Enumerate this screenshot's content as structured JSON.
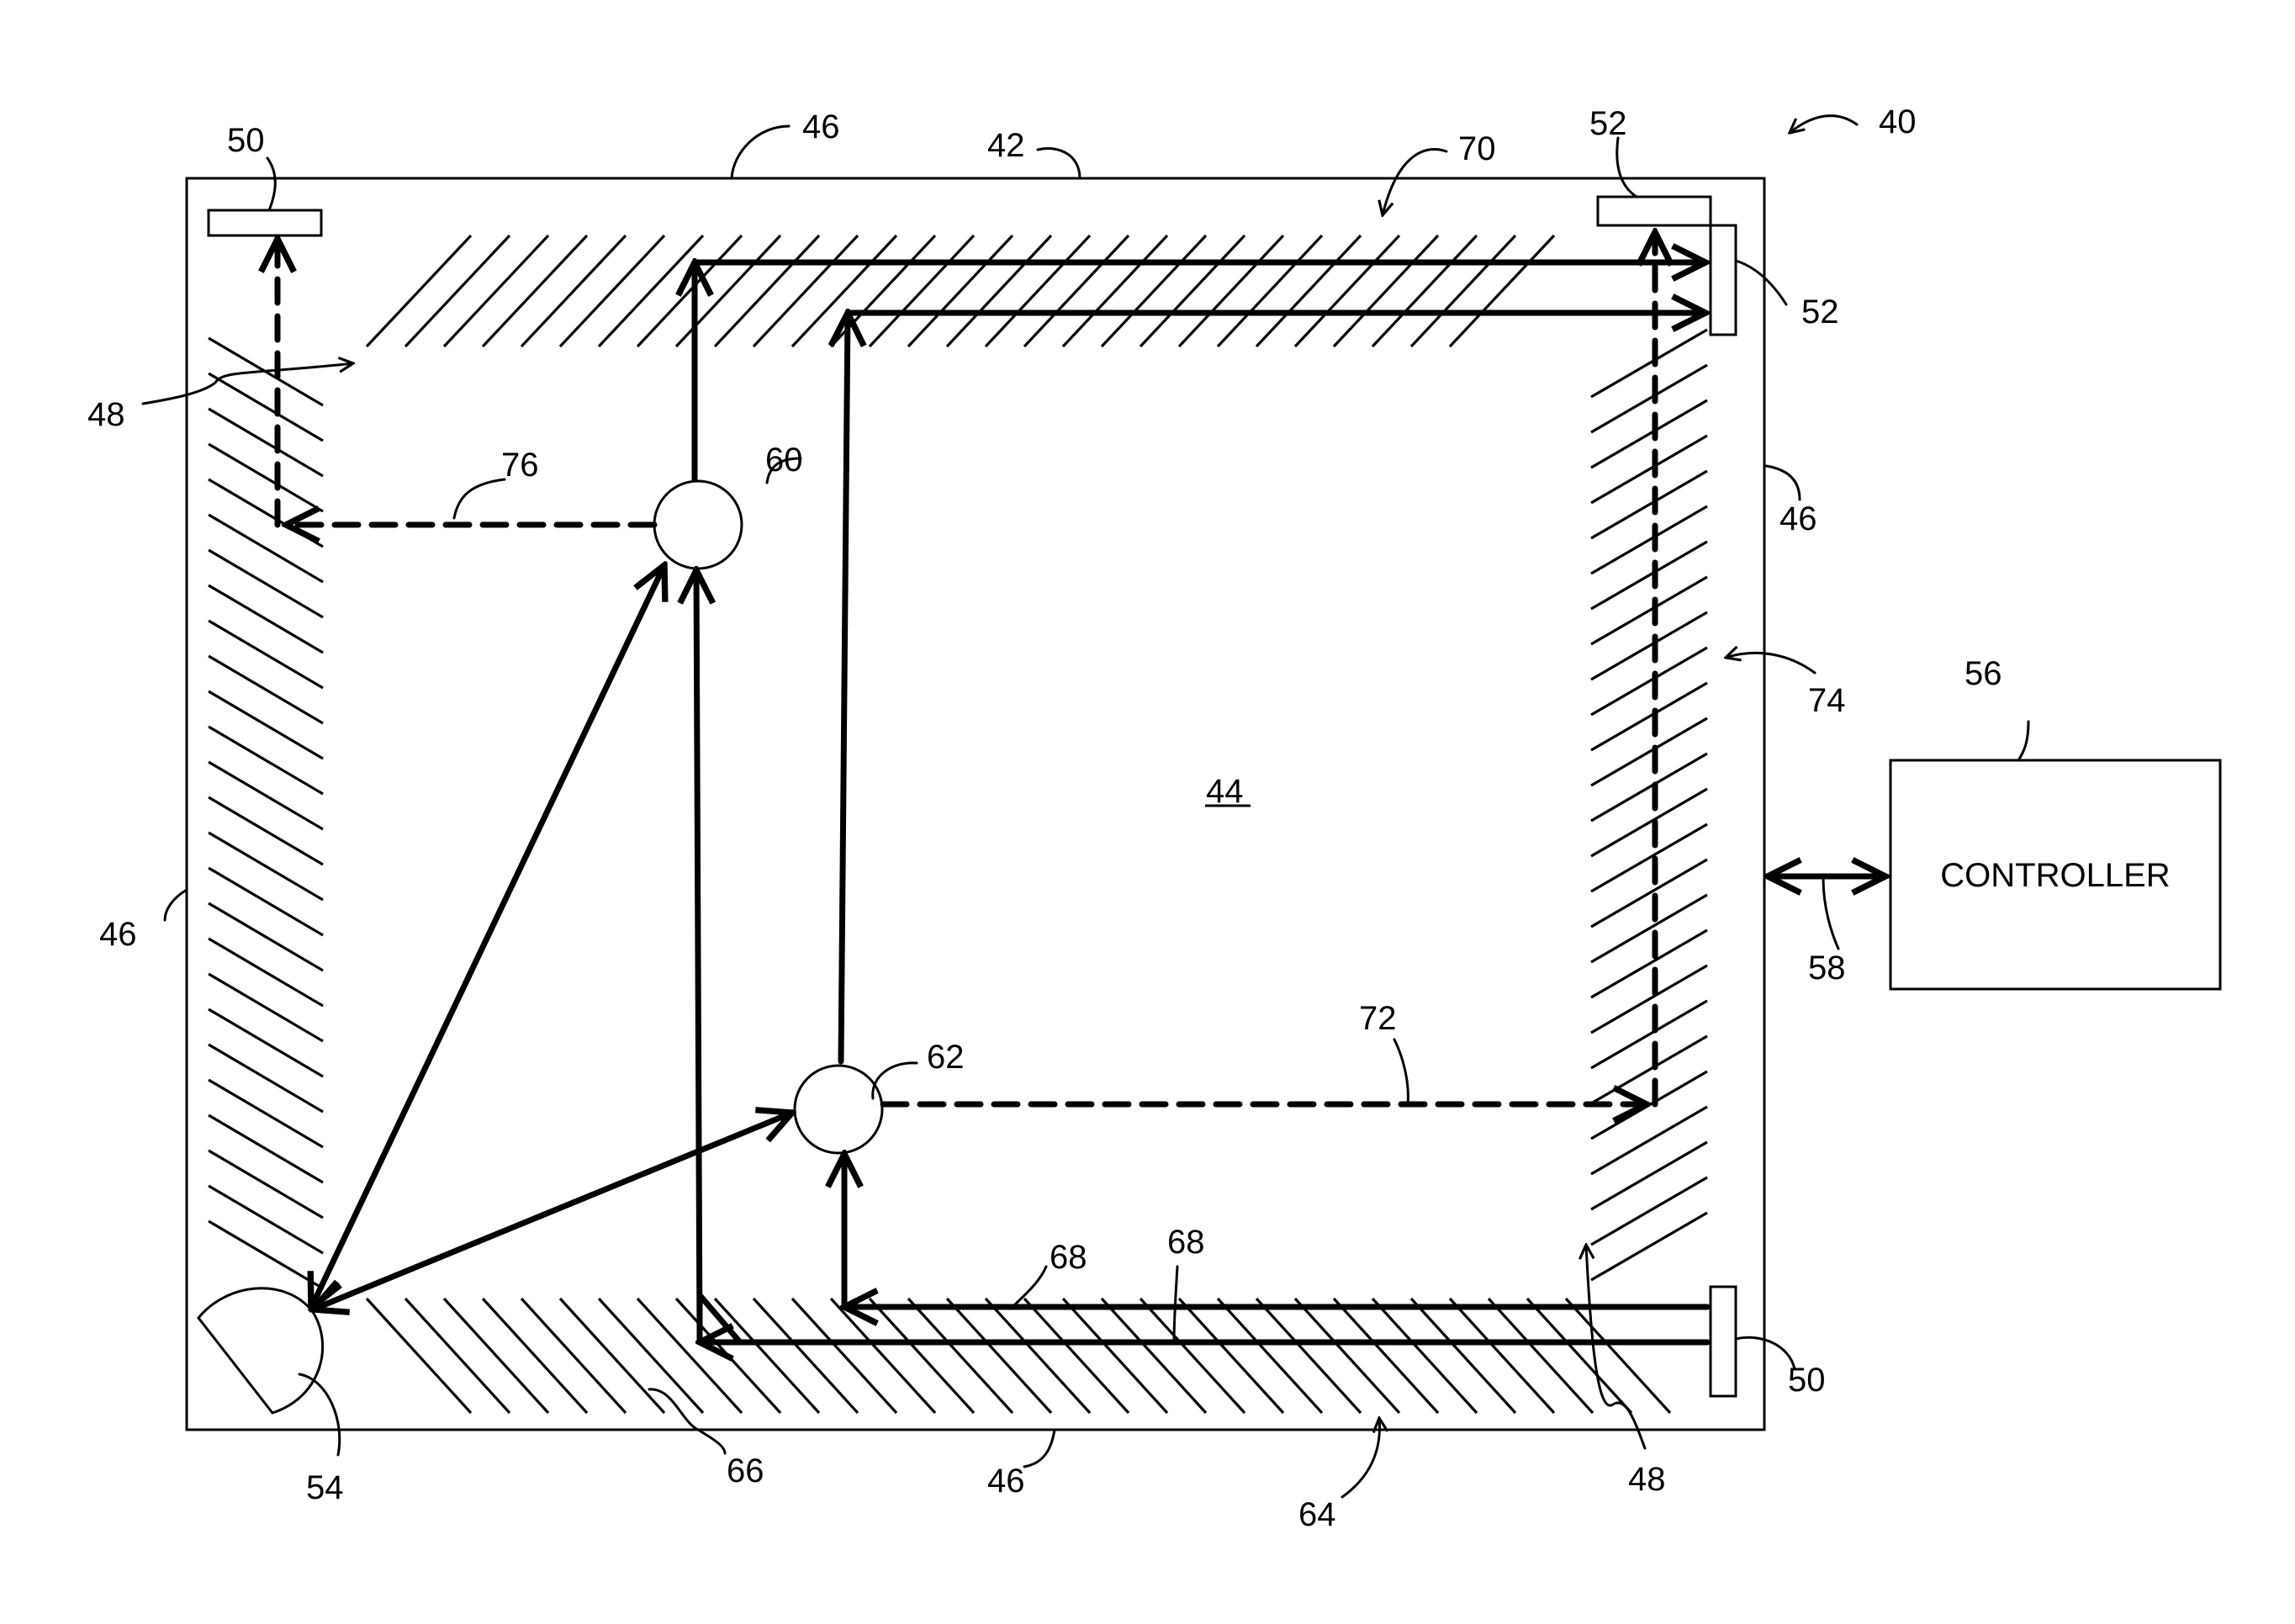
{
  "controller": {
    "label": "CONTROLLER",
    "ref": "56",
    "link_ref": "58"
  },
  "touch_area": {
    "ref": "44"
  },
  "references": {
    "device": "40",
    "frame": "42",
    "bezel_top": "46",
    "bezel_right": "46",
    "bezel_left": "46",
    "bezel_bottom": "46",
    "reflector_top_left": "48",
    "reflector_bottom_right": "48",
    "receiver_top_left": "50",
    "receiver_bottom_right": "50",
    "receiver_top_right_a": "52",
    "receiver_top_right_b": "52",
    "emitter": "54",
    "splitter_upper": "60",
    "splitter_lower": "62",
    "hatch_bottom": "64",
    "beam_path_bottom": "66",
    "beam_label_a": "68",
    "beam_label_b": "68",
    "hatch_top": "70",
    "dashed_path_lower": "72",
    "hatch_right": "74",
    "dashed_path_upper": "76"
  },
  "colors": {
    "ink": "#000000",
    "background": "#ffffff"
  }
}
